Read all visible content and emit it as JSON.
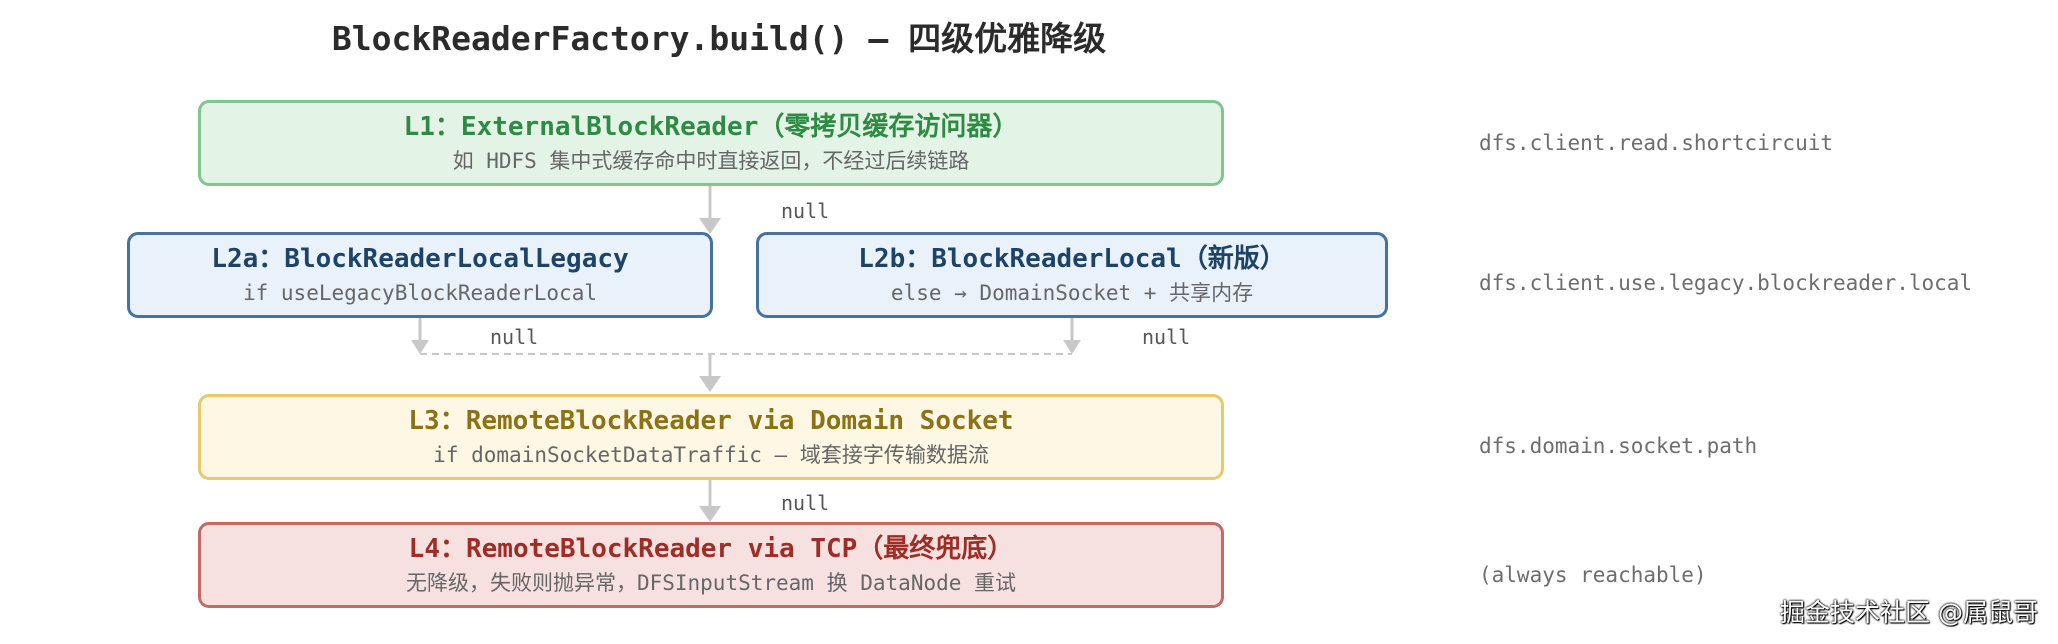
{
  "title": "BlockReaderFactory.build() — 四级优雅降级",
  "levels": {
    "l1": {
      "head": "L1：ExternalBlockReader（零拷贝缓存访问器）",
      "sub": "如 HDFS 集中式缓存命中时直接返回，不经过后续链路"
    },
    "l2a": {
      "head": "L2a：BlockReaderLocalLegacy",
      "sub": "if useLegacyBlockReaderLocal"
    },
    "l2b": {
      "head": "L2b：BlockReaderLocal（新版）",
      "sub": "else → DomainSocket + 共享内存"
    },
    "l3": {
      "head": "L3：RemoteBlockReader via Domain Socket",
      "sub": "if domainSocketDataTraffic — 域套接字传输数据流"
    },
    "l4": {
      "head": "L4：RemoteBlockReader via TCP（最终兜底）",
      "sub": "无降级，失败则抛异常，DFSInputStream 换 DataNode 重试"
    }
  },
  "config": {
    "l1": "dfs.client.read.shortcircuit",
    "l2": "dfs.client.use.legacy.blockreader.local",
    "l3": "dfs.domain.socket.path",
    "l4": "(always reachable)"
  },
  "fallback_label": "null",
  "watermark": "掘金技术社区 @属鼠哥",
  "colors": {
    "l1_border": "#7fc690",
    "l1_fill": "#e3f4e7",
    "l1_text": "#2e8b43",
    "l2_border": "#45739c",
    "l2_fill": "#e9f2fb",
    "l2_text": "#1d4467",
    "l3_border": "#e4cb6c",
    "l3_fill": "#fdf7e3",
    "l3_text": "#8a7215",
    "l4_border": "#c46a66",
    "l4_fill": "#f7e1e0",
    "l4_text": "#9e2d26",
    "arrow": "#c8c8c8"
  }
}
